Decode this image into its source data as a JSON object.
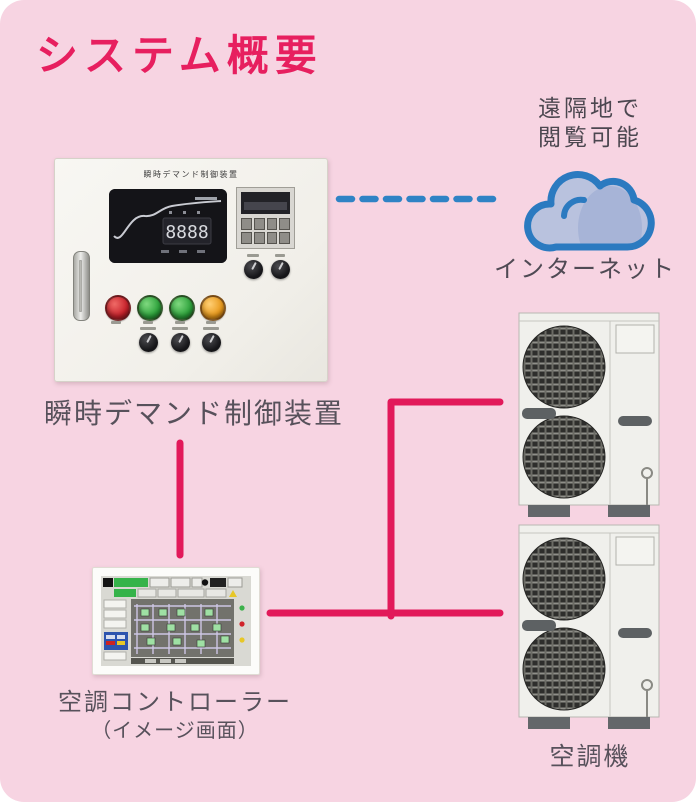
{
  "title": {
    "text": "システム概要"
  },
  "demand_device": {
    "label": "瞬時デマンド制御装置",
    "panel_title": "瞬時デマンド制御装置",
    "display_digits": "8888",
    "lights": [
      {
        "name": "power-light",
        "color": "#c8232c"
      },
      {
        "name": "run-light-a",
        "color": "#2ea33c"
      },
      {
        "name": "run-light-b",
        "color": "#2ea33c"
      },
      {
        "name": "alert-light",
        "color": "#e8991c"
      }
    ]
  },
  "internet": {
    "note_line1": "遠隔地で",
    "note_line2": "閲覧可能",
    "label": "インターネット"
  },
  "controller": {
    "label": "空調コントローラー",
    "sublabel": "（イメージ画面）"
  },
  "ac_unit": {
    "label": "空調機",
    "count": 2
  },
  "colors": {
    "card_background": "#f7d4e2",
    "title": "#e71f5f",
    "connector_line": "#e2195a",
    "dashed_line": "#2f83c5",
    "cloud_outline": "#2b7ac0",
    "cloud_fill": "#b9c2de",
    "label_text": "#57515b"
  }
}
